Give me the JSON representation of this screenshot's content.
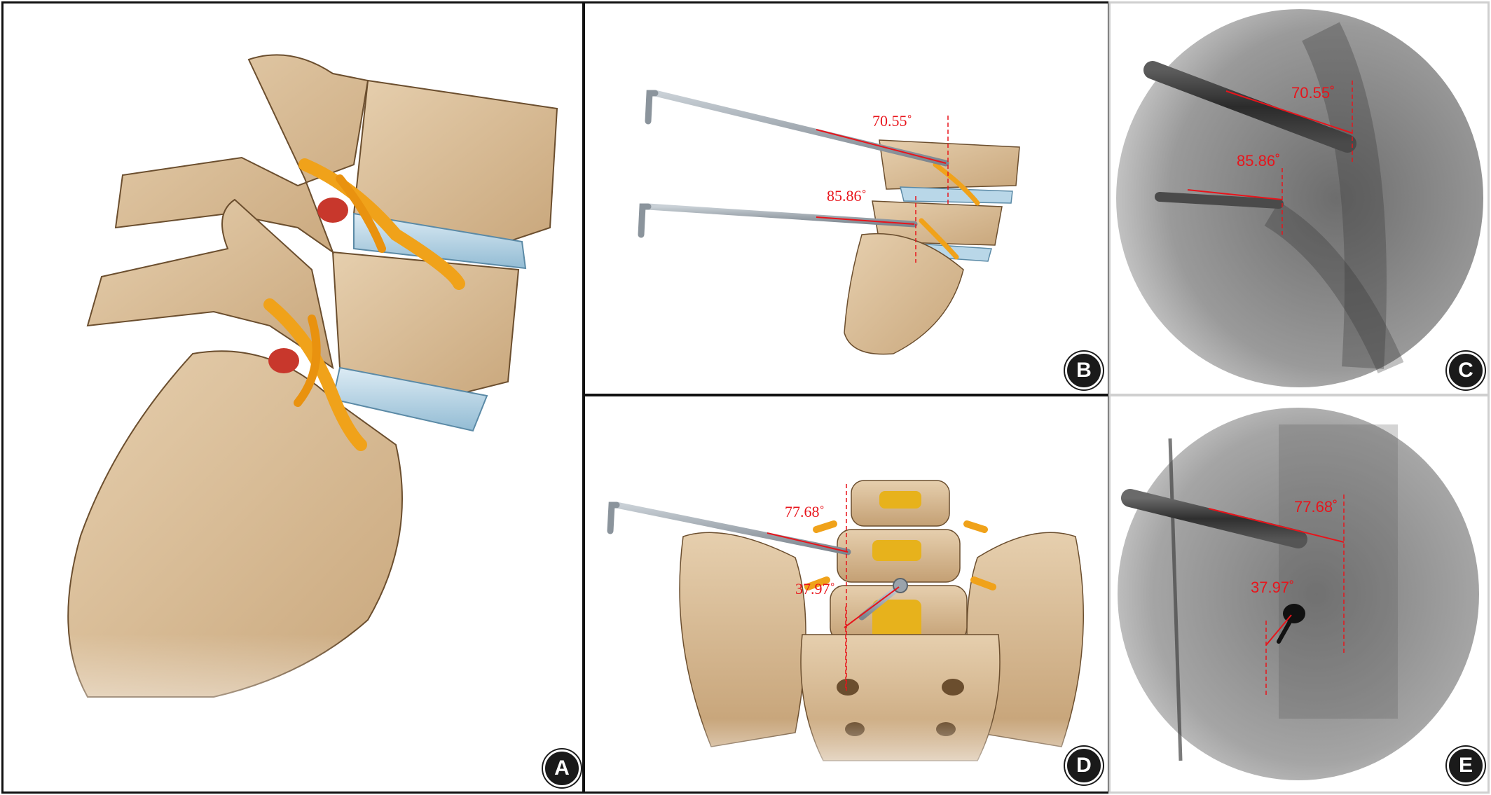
{
  "figure": {
    "panels": [
      {
        "id": "A",
        "label": "A",
        "content": "lateral illustration of lumbar vertebrae with nerve roots and intervertebral discs"
      },
      {
        "id": "B",
        "label": "B",
        "content": "lateral illustration with two puncture needles"
      },
      {
        "id": "C",
        "label": "C",
        "content": "lateral fluoroscopy"
      },
      {
        "id": "D",
        "label": "D",
        "content": "anteroposterior illustration with two puncture needles"
      },
      {
        "id": "E",
        "label": "E",
        "content": "anteroposterior fluoroscopy"
      }
    ],
    "angles": {
      "upper_lateral": "70.55˚",
      "lower_lateral": "85.86˚",
      "upper_ap": "77.68˚",
      "lower_ap": "37.97˚"
    },
    "colors": {
      "bone": "#d9bf9a",
      "bone_shadow": "#b8966c",
      "nerve": "#f0a21a",
      "disc": "#b9d7e8",
      "herniation": "#c8372c",
      "needle": "#9aa3ab",
      "annotation": "#e8141b"
    }
  }
}
